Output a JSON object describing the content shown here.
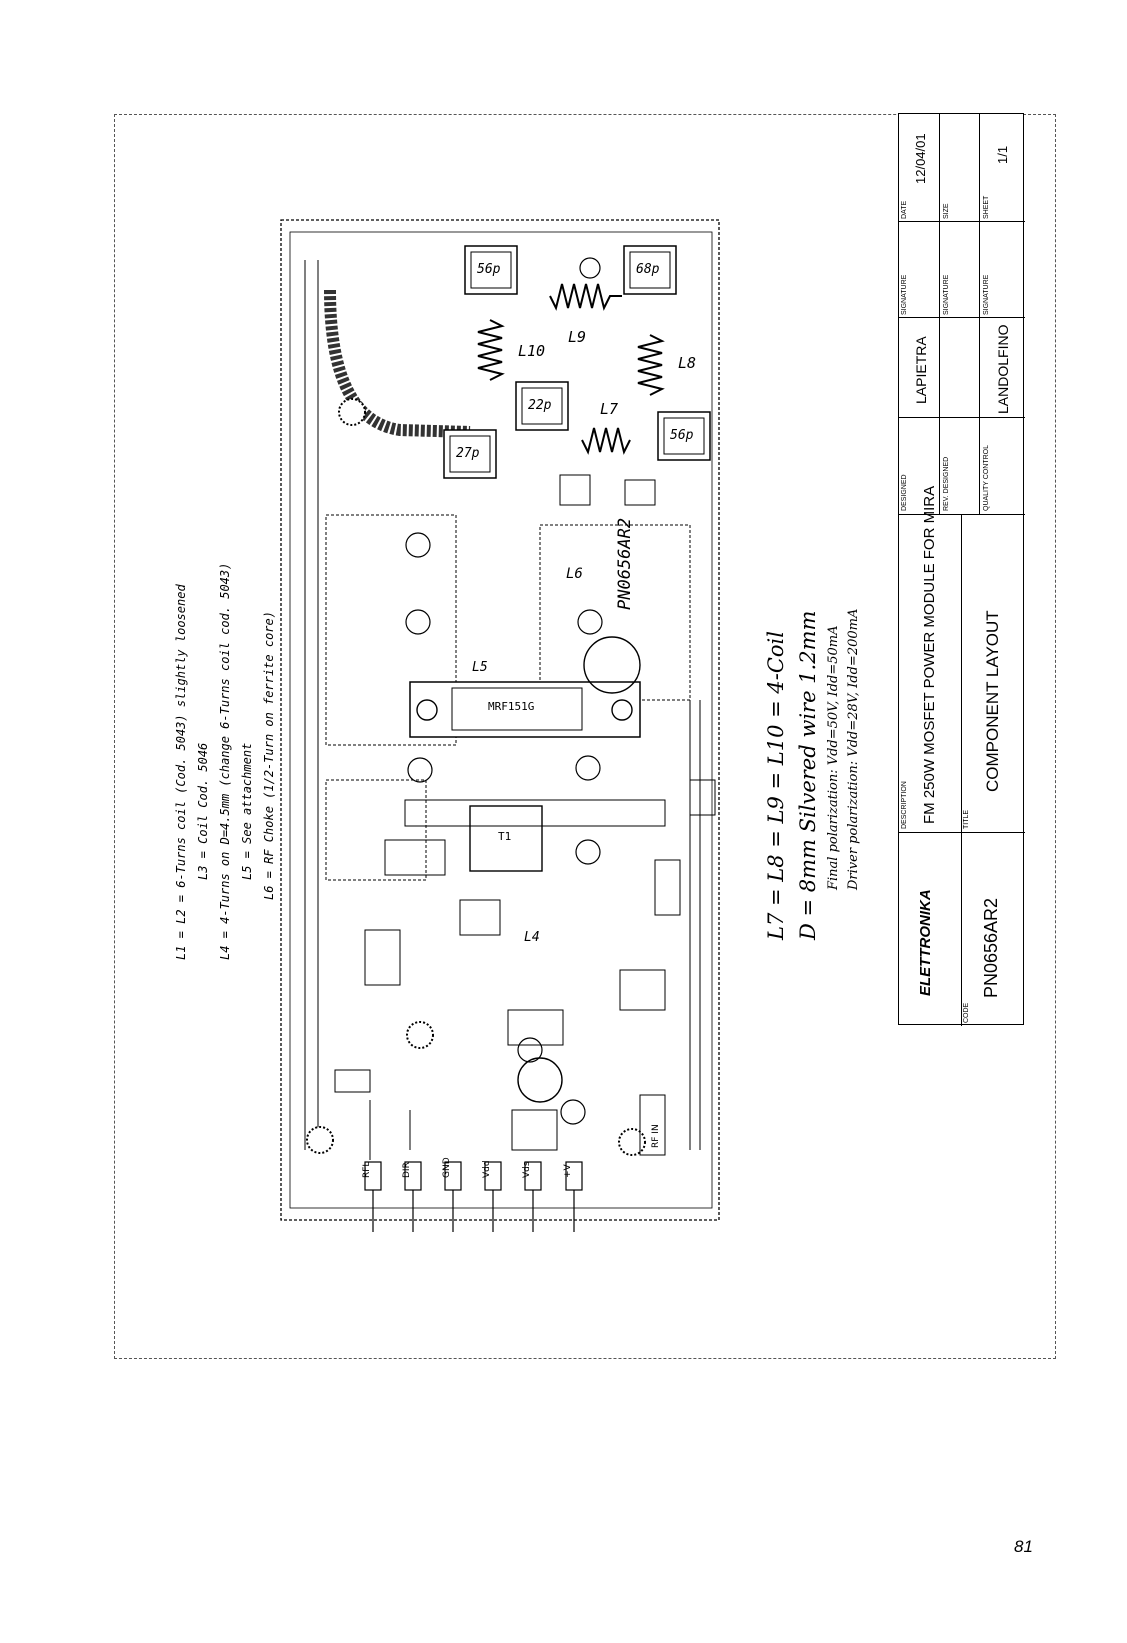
{
  "page_number": "81",
  "notes": {
    "line1": "L1 = L2 = 6-Turns coil (Cod. 5043) slightly loosened",
    "line2": "L3 = Coil Cod. 5046",
    "line3": "L4 = 4-Turns on D=4.5mm (change 6-Turns coil cod. 5043)",
    "line4": "L5 = See attachment",
    "line5": "L6 = RF Choke (1/2-Turn on ferrite core)",
    "coil_spec": "L7 = L8 = L9 = L10 = 4-Coil",
    "wire_spec": "D = 8mm Silvered wire 1.2mm",
    "final_pol": "Final polarization: Vdd=50V, Idd=50mA",
    "driver_pol": "Driver polarization: Vdd=28V, Idd=200mA"
  },
  "board": {
    "code": "PN0656AR2",
    "transistor": "MRF151G",
    "transformer": "T1",
    "caps": {
      "c1": "56p",
      "c2": "68p",
      "c3": "22p",
      "c4": "27p",
      "c5": "56p"
    },
    "coils": {
      "l7": "L7",
      "l8": "L8",
      "l9": "L9",
      "l10": "L10",
      "l6": "L6",
      "l5": "L5",
      "l4": "L4"
    },
    "connectors": [
      "RFL",
      "DIR",
      "GND",
      "Vdd",
      "Vds",
      "+V",
      "RF IN"
    ]
  },
  "title_block": {
    "company": "ELETTRONIKA",
    "code_label": "CODE",
    "code_value": "PN0656AR2",
    "description_label": "DESCRIPTION",
    "description_value": "FM 250W MOSFET POWER MODULE FOR MIRA",
    "title_label": "TITLE",
    "title_value": "COMPONENT LAYOUT",
    "designed_label": "DESIGNED",
    "designed_value": "LAPIETRA",
    "checked_label": "REV. DESIGNED",
    "qc_label": "QUALITY CONTROL",
    "qc_value": "LANDOLFINO",
    "signature_label": "SIGNATURE",
    "date_label": "DATE",
    "date_value": "12/04/01",
    "size_label": "SIZE",
    "sheet_label": "SHEET",
    "sheet_value": "1/1"
  }
}
